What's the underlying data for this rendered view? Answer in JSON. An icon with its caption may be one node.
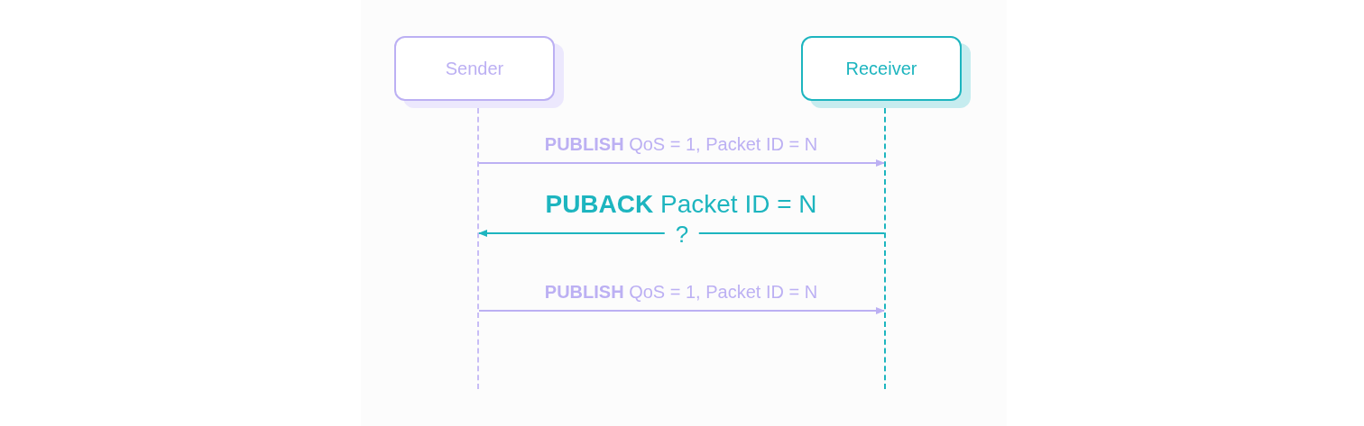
{
  "diagram": {
    "nodes": [
      {
        "text": [
          "Sender"
        ]
      },
      {
        "text": [
          "Receiver"
        ]
      },
      {
        "text": [],
        "shape": "line"
      },
      {
        "text": [],
        "shape": "line"
      }
    ],
    "edges": [
      {
        "from": 2,
        "to": 3,
        "arrow": "to",
        "label": "**PUBLISH** QoS = 1, Packet ID = N"
      },
      {
        "from": 3,
        "to": 2,
        "arrow": "to",
        "label": "**PUBACK** Packet ID = N",
        "color": "#1db5bf"
      },
      {
        "from": 2,
        "to": 3,
        "arrow": "to",
        "label": "**PUBLISH** QoS = 1, Packet ID = N"
      }
    ],
    "labels": [
      "?"
    ]
  }
}
